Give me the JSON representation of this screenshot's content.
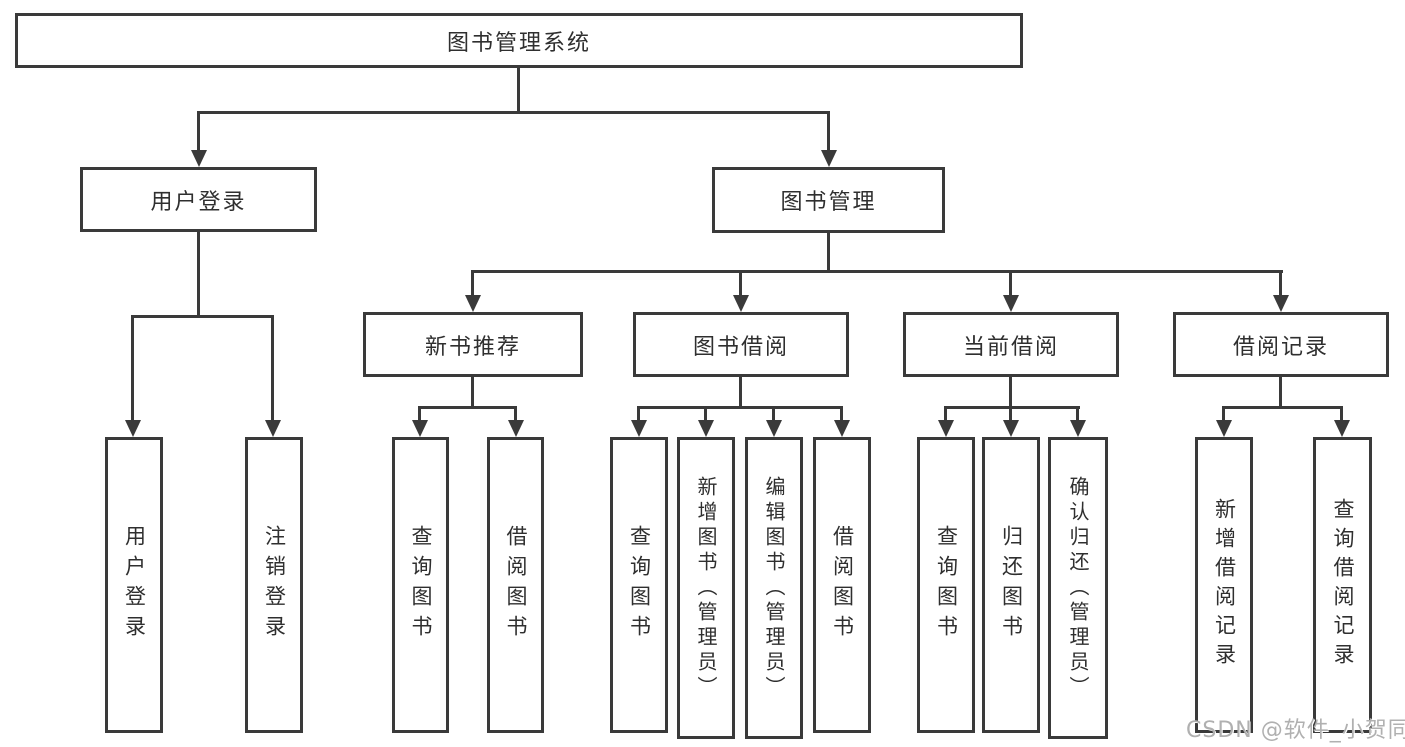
{
  "diagram": {
    "title": "图书管理系统",
    "root": {
      "label": "图书管理系统"
    },
    "level2": [
      {
        "label": "用户登录"
      },
      {
        "label": "图书管理"
      }
    ],
    "level3": [
      {
        "label": "新书推荐"
      },
      {
        "label": "图书借阅"
      },
      {
        "label": "当前借阅"
      },
      {
        "label": "借阅记录"
      }
    ],
    "leaves": {
      "login": [
        "用户登录",
        "注销登录"
      ],
      "recommend": [
        "查询图书",
        "借阅图书"
      ],
      "borrow": [
        "查询图书",
        "新增图书（管理员）",
        "编辑图书（管理员）",
        "借阅图书"
      ],
      "current": [
        "查询图书",
        "归还图书",
        "确认归还（管理员）"
      ],
      "record": [
        "新增借阅记录",
        "查询借阅记录"
      ]
    }
  },
  "watermark": "CSDN @软件_小贺同学",
  "colors": {
    "line": "#3a3a3a",
    "text": "#2f2f2f",
    "watermark": "#b0b0b0",
    "background": "#ffffff"
  }
}
